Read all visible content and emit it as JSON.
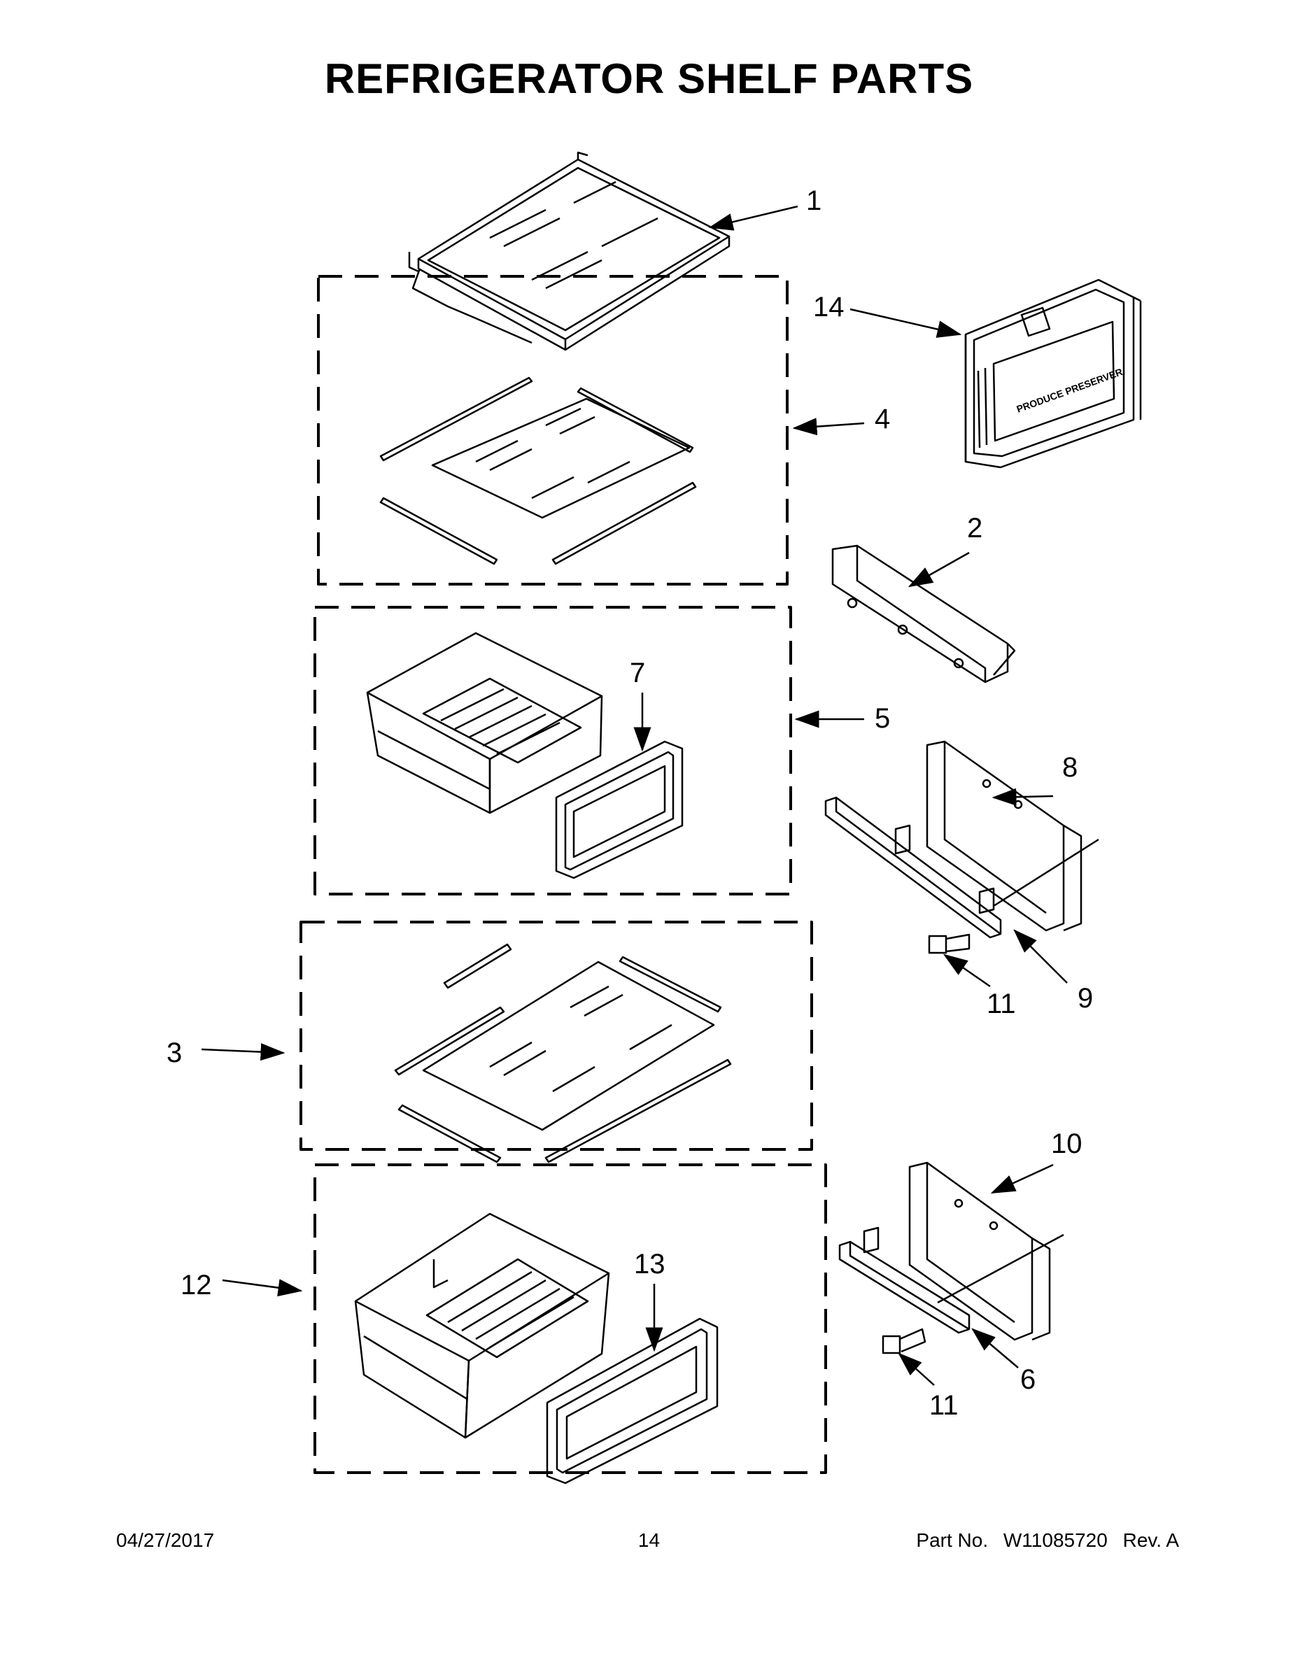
{
  "page": {
    "title": "REFRIGERATOR SHELF PARTS"
  },
  "callouts": {
    "c1": "1",
    "c2": "2",
    "c3": "3",
    "c4": "4",
    "c5": "5",
    "c6": "6",
    "c7": "7",
    "c8": "8",
    "c9": "9",
    "c10": "10",
    "c11a": "11",
    "c11b": "11",
    "c12": "12",
    "c13": "13",
    "c14": "14"
  },
  "labels": {
    "produce_preserver": "PRODUCE PRESERVER"
  },
  "footer": {
    "date": "04/27/2017",
    "page_number": "14",
    "part_label": "Part No.",
    "part_number": "W11085720",
    "revision": "Rev. A"
  }
}
